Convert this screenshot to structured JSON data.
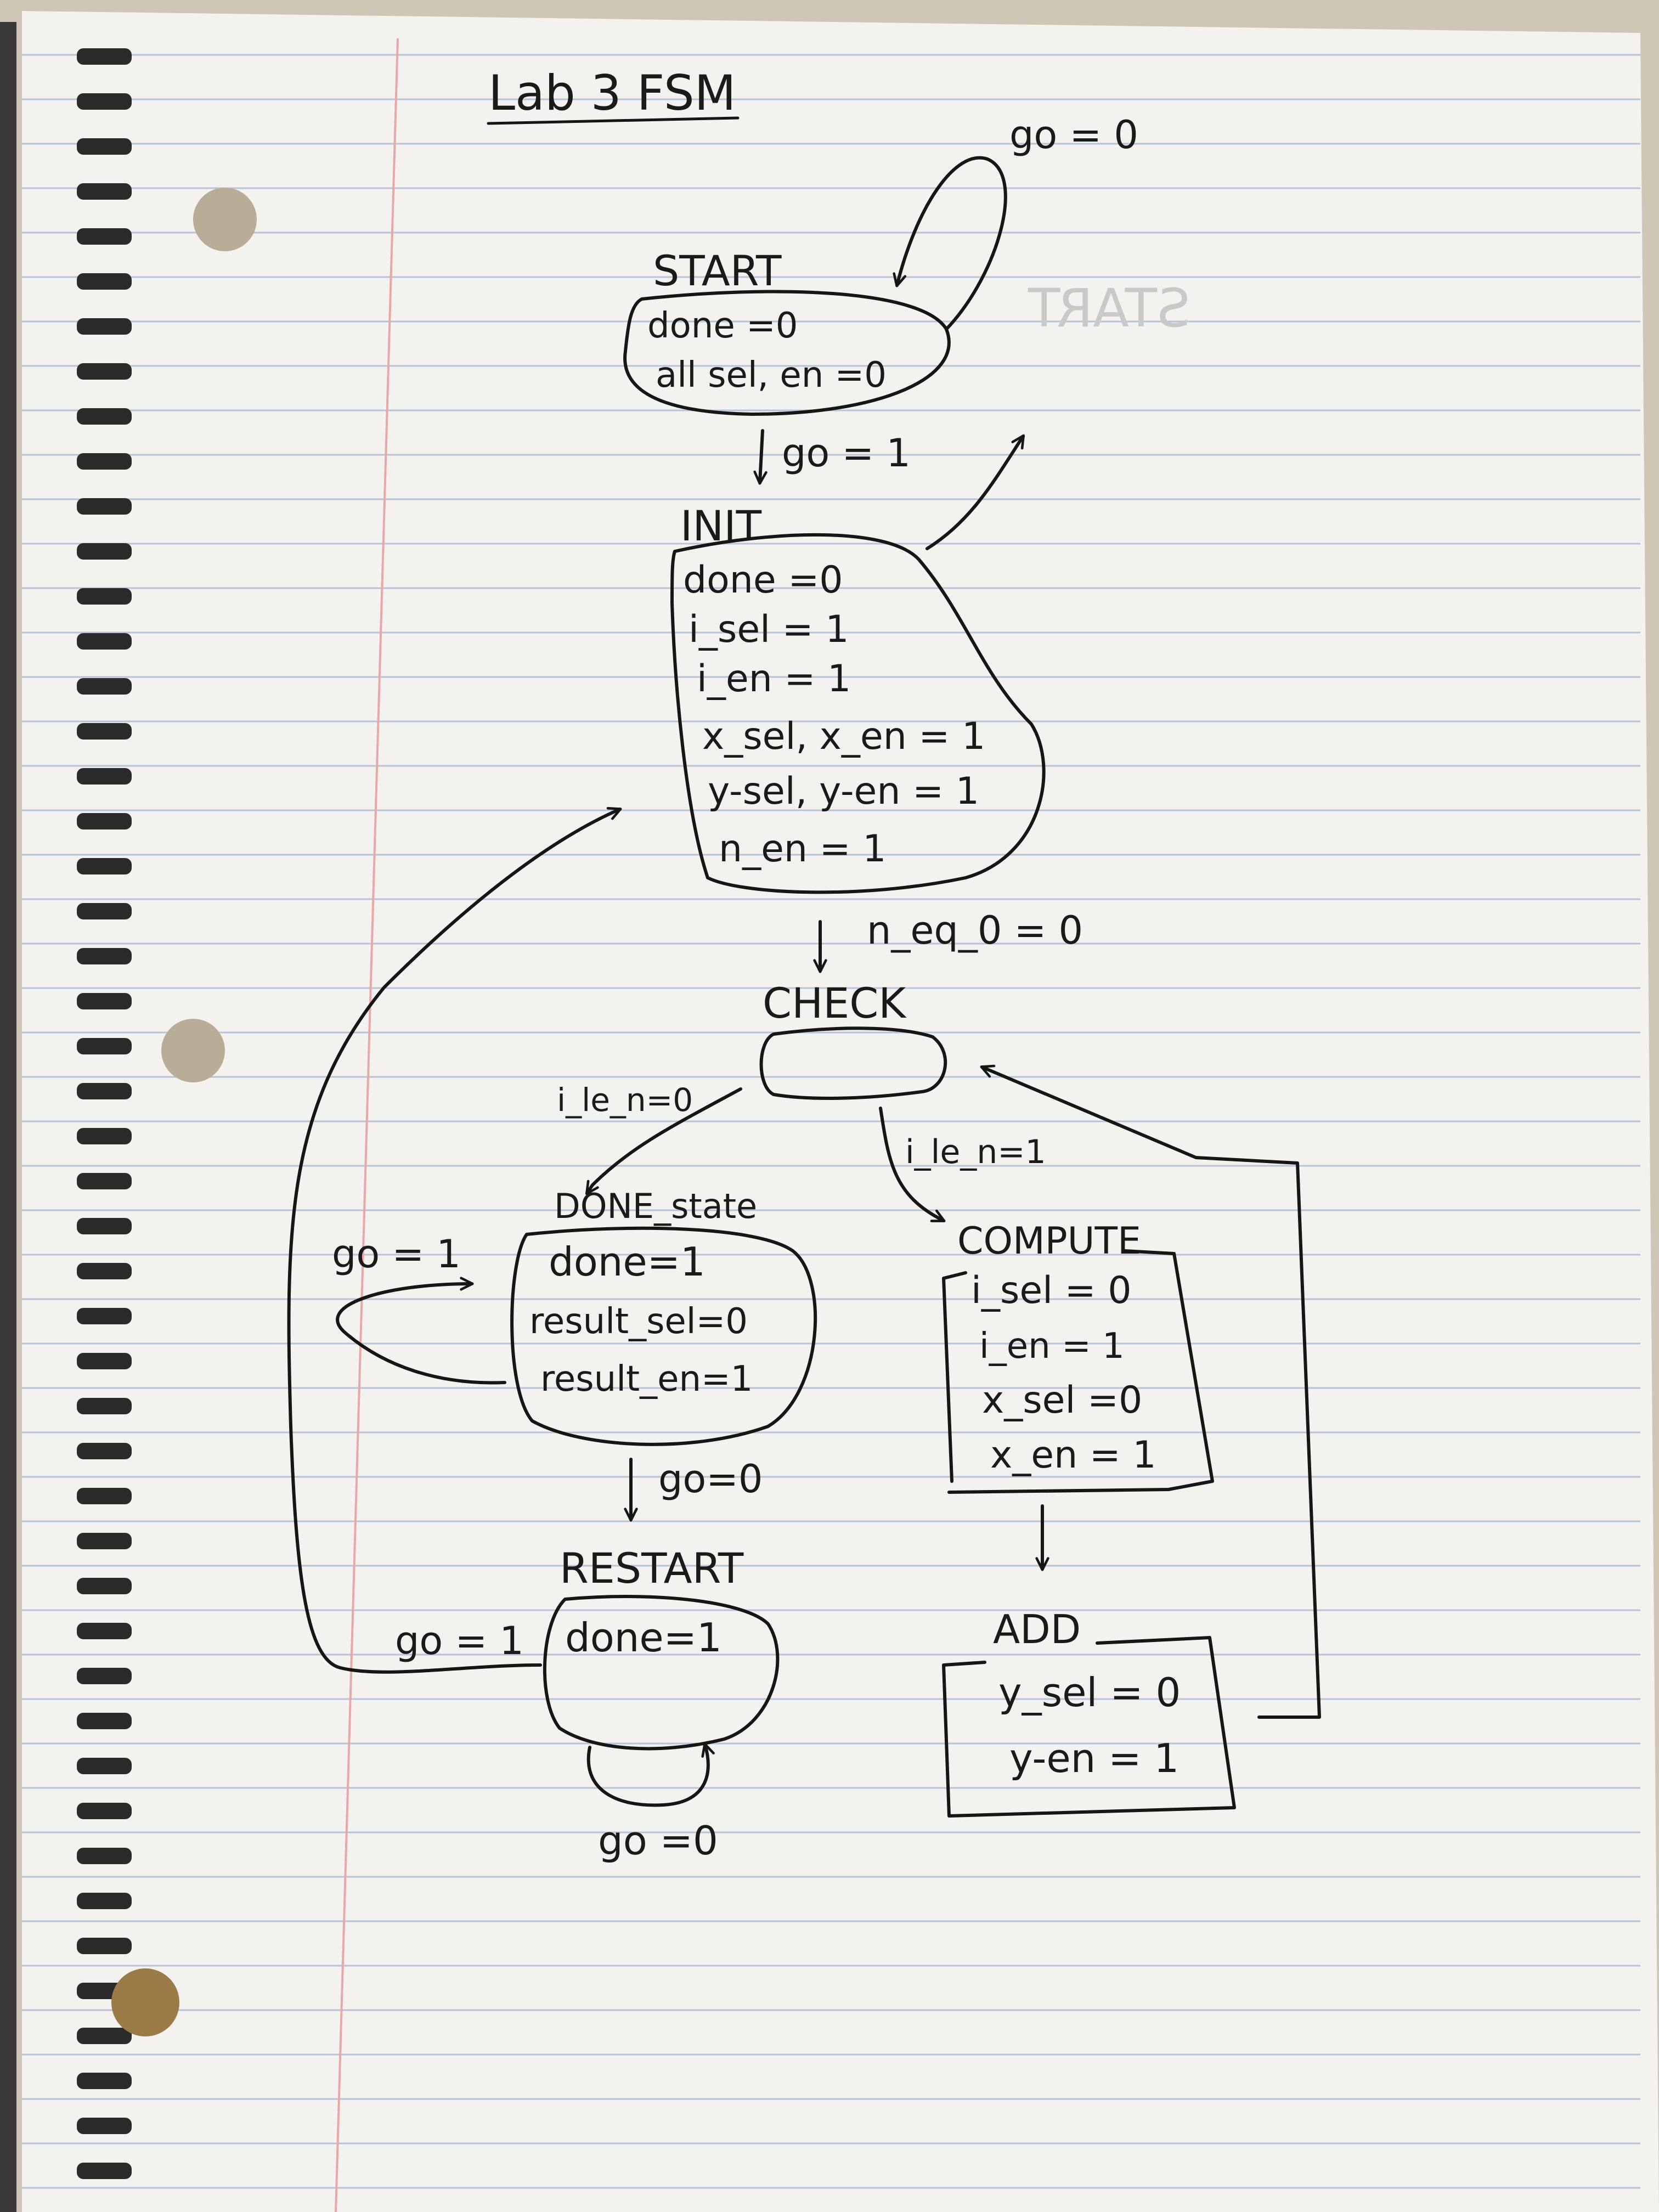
{
  "page": {
    "title": "Lab 3 FSM",
    "ghost_text": "START",
    "colors": {
      "paper": "#f4f2ef",
      "rule_line": "#b7c3d6",
      "margin_line": "#e7a8a8",
      "ink": "#161616",
      "background": "#cfc6b6",
      "spiral": "#2a2a2a"
    }
  },
  "states": {
    "start": {
      "name": "START",
      "lines": [
        "done =0",
        "all sel, en =0"
      ]
    },
    "init": {
      "name": "INIT",
      "lines": [
        "done =0",
        "i_sel = 1",
        "i_en = 1",
        "x_sel, x_en = 1",
        "y-sel, y-en = 1",
        "n_en = 1"
      ]
    },
    "check": {
      "name": "CHECK",
      "lines": []
    },
    "done_state": {
      "name": "DONE_state",
      "lines": [
        "done=1",
        "result_sel=0",
        "result_en=1"
      ]
    },
    "compute": {
      "name": "COMPUTE",
      "lines": [
        "i_sel = 0",
        "i_en = 1",
        "x_sel =0",
        "x_en = 1"
      ]
    },
    "restart": {
      "name": "RESTART",
      "lines": [
        "done=1"
      ]
    },
    "add": {
      "name": "ADD",
      "lines": [
        "y_sel = 0",
        "y-en = 1"
      ]
    }
  },
  "transitions": {
    "start_self": "go = 0",
    "start_to_init": "go = 1",
    "init_to_check": "n_eq_0 = 0",
    "check_to_done": "i_le_n=0",
    "check_to_compute": "i_le_n=1",
    "done_self": "go = 1",
    "done_to_restart": "go=0",
    "restart_to_init": "go = 1",
    "restart_self": "go =0"
  }
}
